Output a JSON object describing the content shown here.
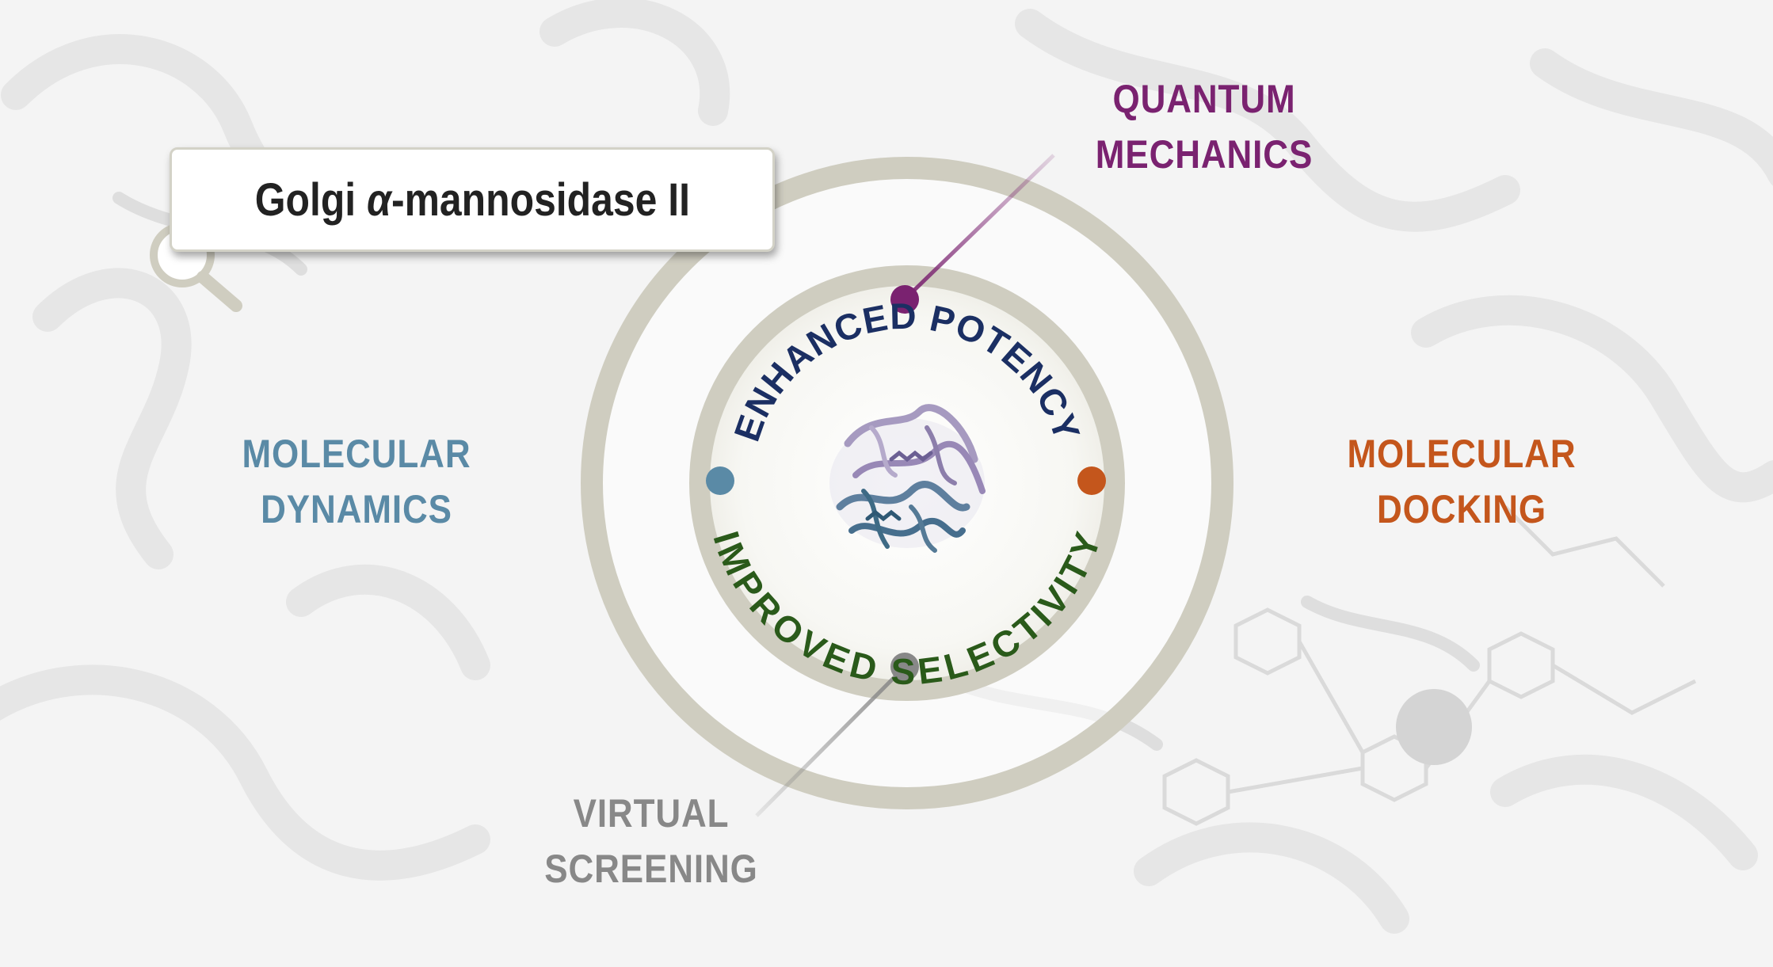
{
  "title": {
    "prefix": "Golgi ",
    "greek": "α",
    "suffix": "-mannosidase II"
  },
  "methods": {
    "quantum_mechanics": [
      "QUANTUM",
      "MECHANICS"
    ],
    "molecular_dynamics": [
      "MOLECULAR",
      "DYNAMICS"
    ],
    "molecular_docking": [
      "MOLECULAR",
      "DOCKING"
    ],
    "virtual_screening": [
      "VIRTUAL",
      "SCREENING"
    ]
  },
  "center": {
    "top_arc": "ENHANCED POTENCY",
    "bottom_arc": "IMPROVED SELECTIVITY"
  },
  "colors": {
    "quantum_mechanics": "#7a2270",
    "molecular_dynamics": "#5a8aa6",
    "molecular_docking": "#c4561c",
    "virtual_screening": "#888888",
    "top_arc": "#1b2f63",
    "bottom_arc": "#2a5a1a",
    "rings": "#cfcdc0"
  },
  "icons": {
    "title_box": "magnifier-icon",
    "center": "protein-structure-icon"
  }
}
